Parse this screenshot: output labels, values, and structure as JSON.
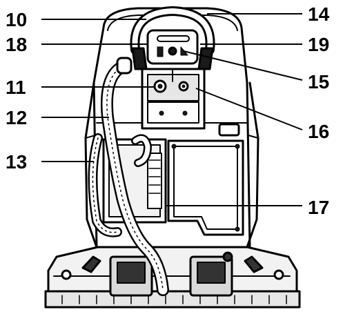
{
  "callouts": {
    "c10": "10",
    "c11": "11",
    "c12": "12",
    "c13": "13",
    "c14": "14",
    "c15": "15",
    "c16": "16",
    "c17": "17",
    "c18": "18",
    "c19": "19"
  },
  "colors": {
    "outline": "#000000",
    "fill": "#ffffff",
    "shade": "#e6e6e6",
    "dark": "#1a1a1a"
  }
}
